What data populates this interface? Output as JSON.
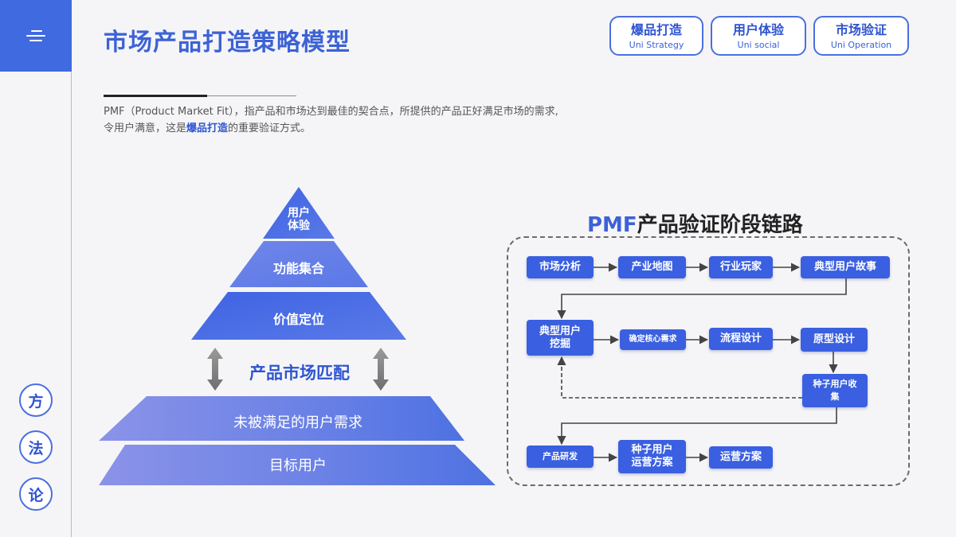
{
  "header": {
    "title": "市场产品打造策略模型",
    "tags": [
      {
        "label": "爆品打造",
        "sub": "Uni Strategy"
      },
      {
        "label": "用户体验",
        "sub": "Uni social"
      },
      {
        "label": "市场验证",
        "sub": "Uni Operation"
      }
    ]
  },
  "sidebar": {
    "chars": [
      "方",
      "法",
      "论"
    ]
  },
  "intro": {
    "line1": "PMF（Product Market Fit），指产品和市场达到最佳的契合点，所提供的产品正好满足市场的需求,",
    "line2_before": "令用户满意，这是",
    "line2_highlight": "爆品打造",
    "line2_after": "的重要验证方式。"
  },
  "pyramid": {
    "top_levels": [
      "用户\n体验",
      "功能集合",
      "价值定位"
    ],
    "middle_label": "产品市场匹配",
    "bottom_levels": [
      "未被满足的用户需求",
      "目标用户"
    ]
  },
  "flow": {
    "title_prefix": "PMF",
    "title_rest": "产品验证阶段链路",
    "nodes": {
      "market_analysis": "市场分析",
      "industry_map": "产业地图",
      "industry_players": "行业玩家",
      "typical_story": "典型用户故事",
      "typical_dig": "典型用户\n挖掘",
      "core_needs": "确定核心需求",
      "process_design": "流程设计",
      "prototype_design": "原型设计",
      "seed_collect": "种子用户收\n集",
      "product_dev": "产品研发",
      "seed_ops": "种子用户\n运营方案",
      "ops_plan": "运营方案"
    }
  },
  "colors": {
    "accent": "#3f6ae0",
    "title_blue": "#3d62d6",
    "node_blue": "#3a5fe0"
  }
}
